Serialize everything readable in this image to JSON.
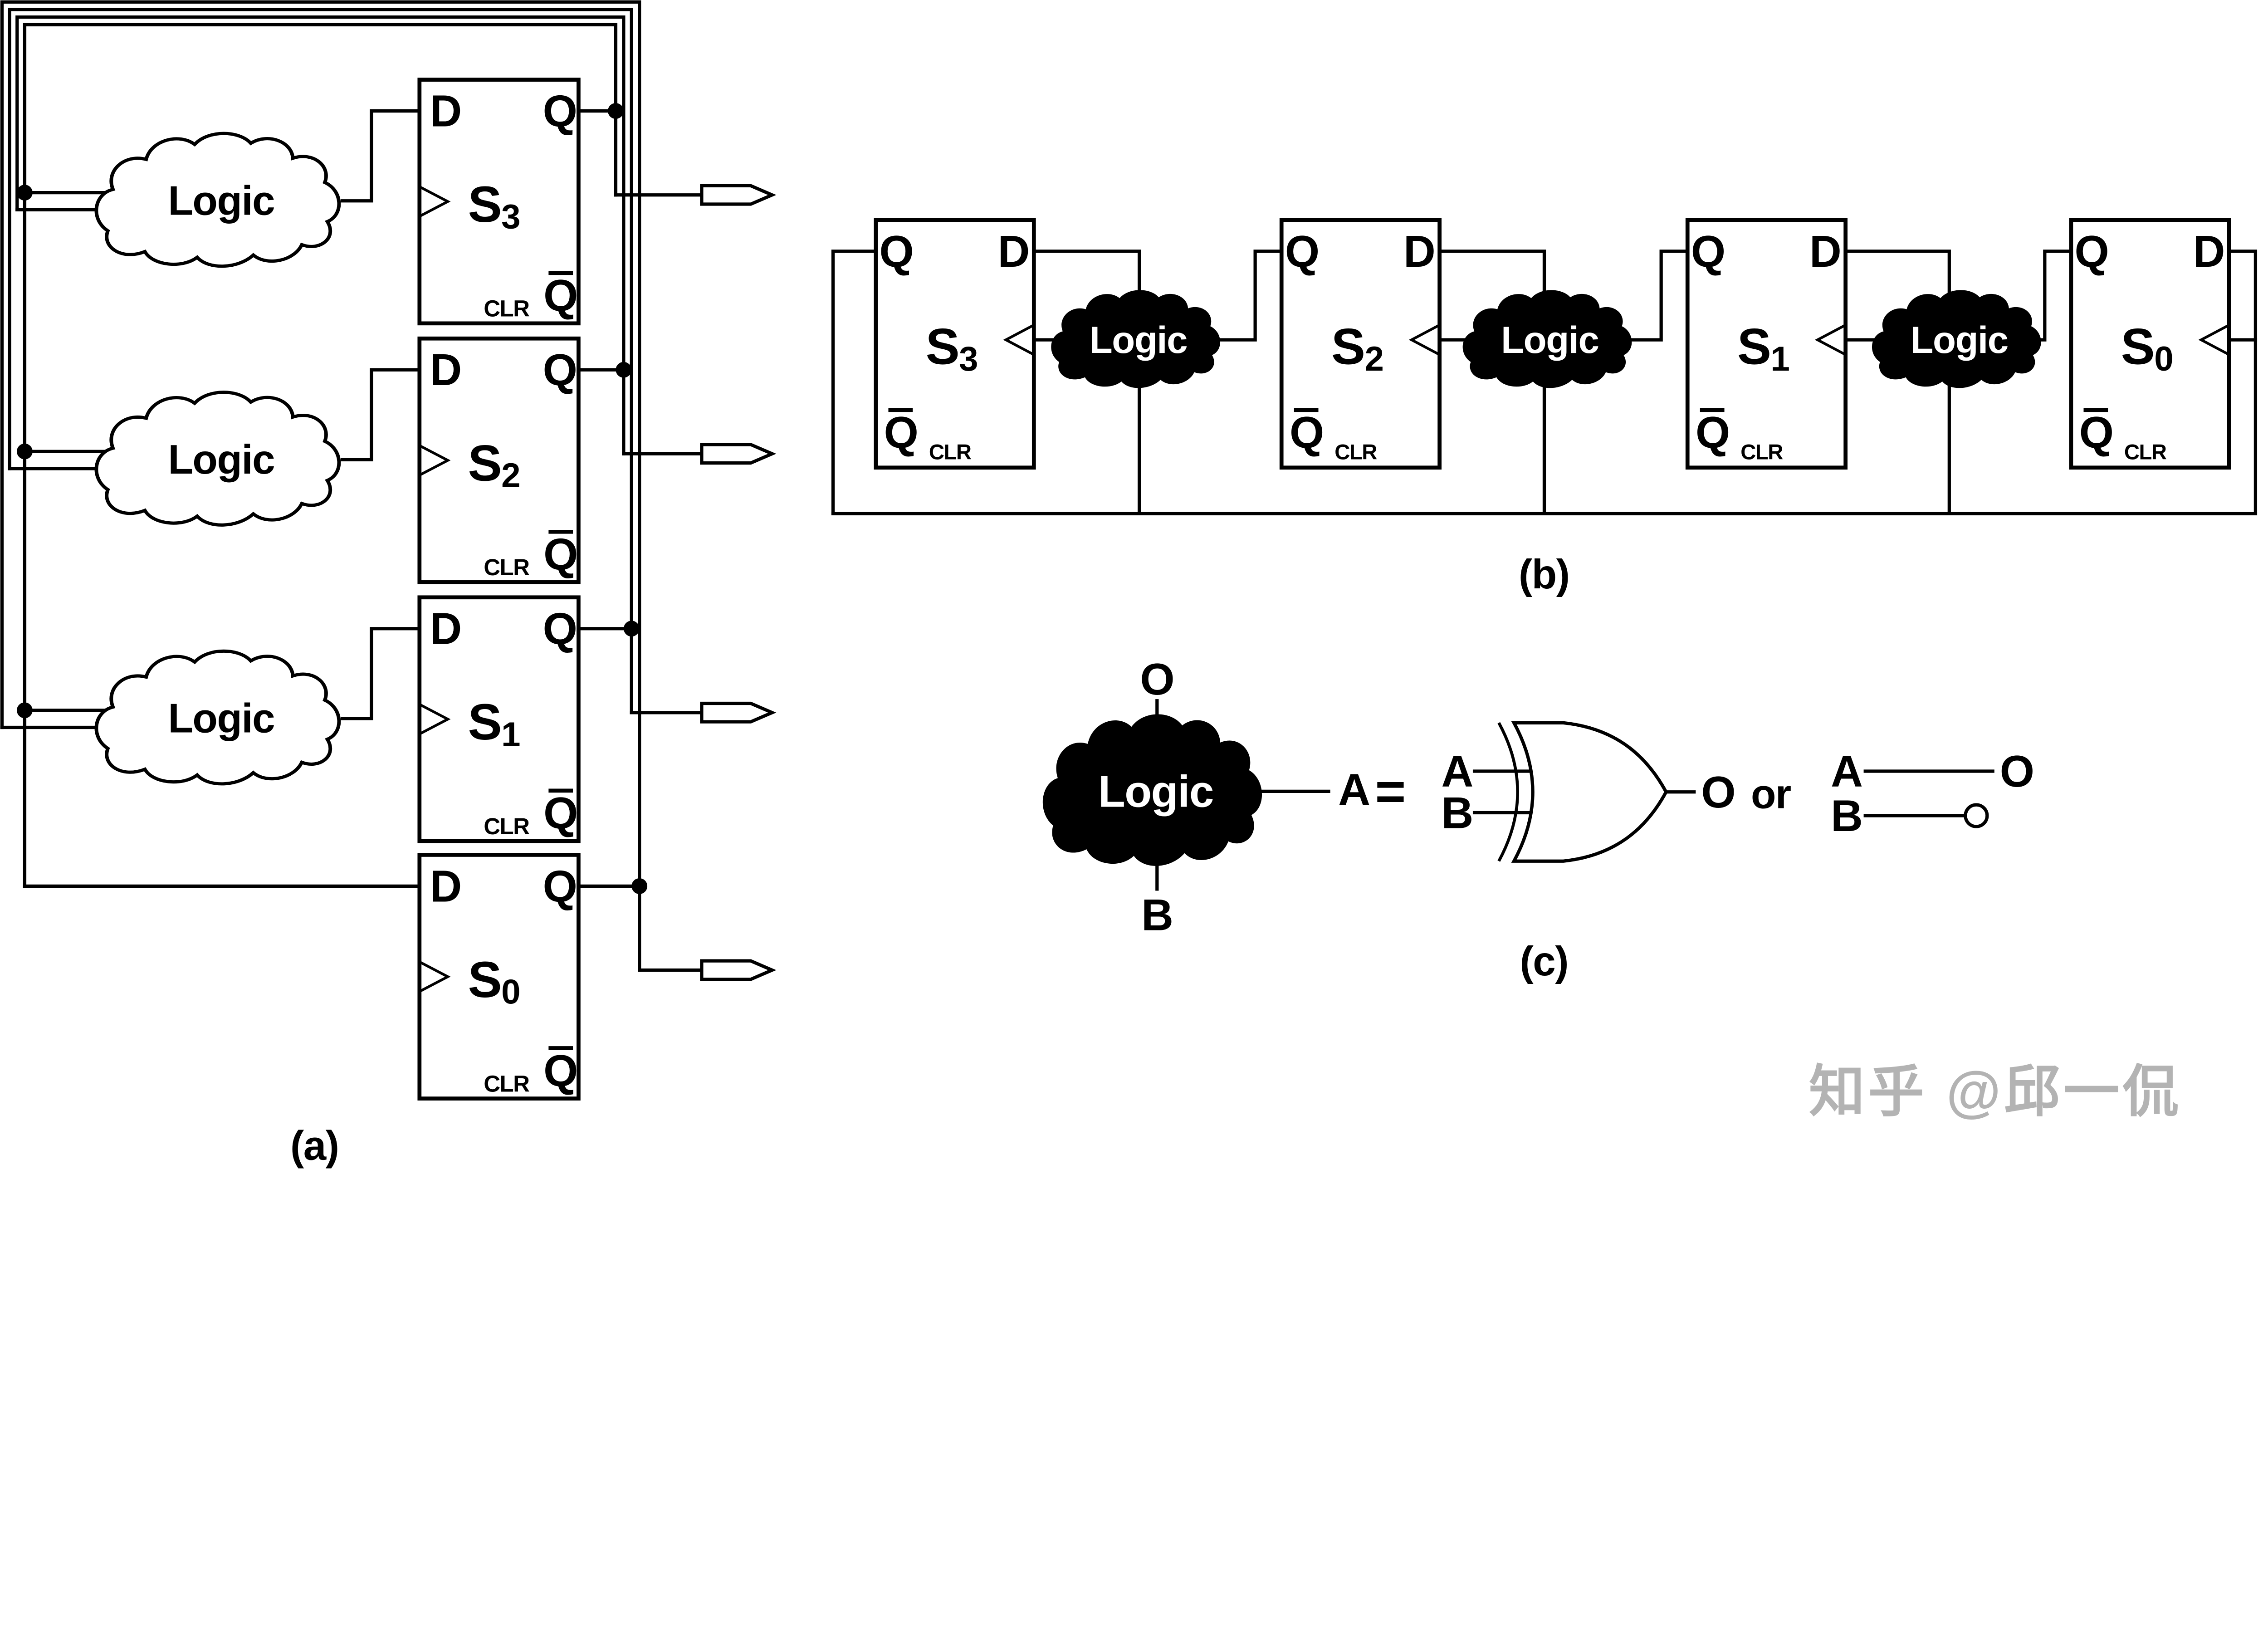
{
  "labels": {
    "d": "D",
    "q": "Q",
    "qbar": "Q",
    "clr": "CLR",
    "logic": "Logic"
  },
  "flipflops": {
    "s3": {
      "base": "S",
      "sub": "3"
    },
    "s2": {
      "base": "S",
      "sub": "2"
    },
    "s1": {
      "base": "S",
      "sub": "1"
    },
    "s0": {
      "base": "S",
      "sub": "0"
    }
  },
  "captions": {
    "a": "(a)",
    "b": "(b)",
    "c": "(c)"
  },
  "legend": {
    "out": "O",
    "in_a": "A",
    "in_b": "B",
    "equals": "=",
    "or_text": "or"
  },
  "watermark": "知乎 @邱一侃"
}
